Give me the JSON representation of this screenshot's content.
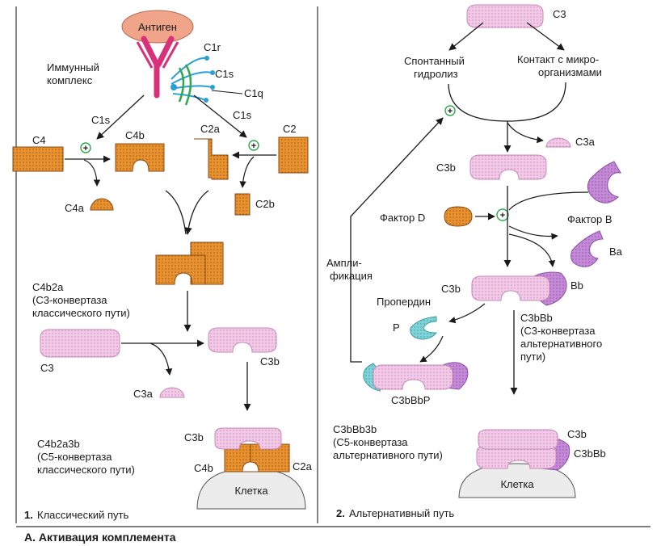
{
  "colors": {
    "orange": "#e8922f",
    "pink": "#f2c9e6",
    "purple": "#c48ad8",
    "teal": "#7fd3d8",
    "antigen": "#f0a48a",
    "antibody": "#d9307a",
    "c1": "#2a9fd6",
    "green": "#2ea84a",
    "cell": "#ececec"
  },
  "classical": {
    "antigen": "Антиген",
    "c1r": "C1r",
    "c1s_top": "C1s",
    "c1q": "C1q",
    "immune_complex_1": "Иммунный",
    "immune_complex_2": "комплекс",
    "c1s_left": "C1s",
    "c1s_right": "C1s",
    "c4": "C4",
    "c4b": "C4b",
    "c2a": "C2a",
    "c2": "C2",
    "c4a": "C4a",
    "c2b": "C2b",
    "c4b2a_1": "C4b2a",
    "c4b2a_2": "(C3-конвертаза",
    "c4b2a_3": "классического пути)",
    "c3": "C3",
    "c3b": "C3b",
    "c3a": "C3a",
    "c4b2a3b_1": "C4b2a3b",
    "c4b2a3b_2": "(C5-конвертаза",
    "c4b2a3b_3": "классического пути)",
    "c3b_cell": "C3b",
    "c4b_cell": "C4b",
    "c2a_cell": "C2a",
    "cell": "Клетка",
    "caption_num": "1.",
    "caption": "Классический путь"
  },
  "alternative": {
    "c3": "C3",
    "spont_1": "Спонтанный",
    "spont_2": "гидролиз",
    "contact_1": "Контакт с микро-",
    "contact_2": "организмами",
    "c3a": "C3a",
    "c3b": "C3b",
    "factor_d": "Фактор D",
    "factor_b": "Фактор B",
    "ba": "Ba",
    "amplif_1": "Ампли-",
    "amplif_2": "фикация",
    "c3b_2": "C3b",
    "bb": "Bb",
    "properdin": "Пропердин",
    "p": "P",
    "c3bbb_1": "C3bBb",
    "c3bbb_2": "(C3-конвертаза",
    "c3bbb_3": "альтернативного",
    "c3bbb_4": "пути)",
    "c3bbbp": "C3bBbP",
    "c3bbb3b_1": "C3bBb3b",
    "c3bbb3b_2": "(C5-конвертаза",
    "c3bbb3b_3": "альтернативного пути)",
    "c3b_cell": "C3b",
    "c3bbb_cell": "C3bBb",
    "cell": "Клетка",
    "caption_num": "2.",
    "caption": "Альтернативный путь"
  },
  "figure_title": "А. Активация комплемента"
}
